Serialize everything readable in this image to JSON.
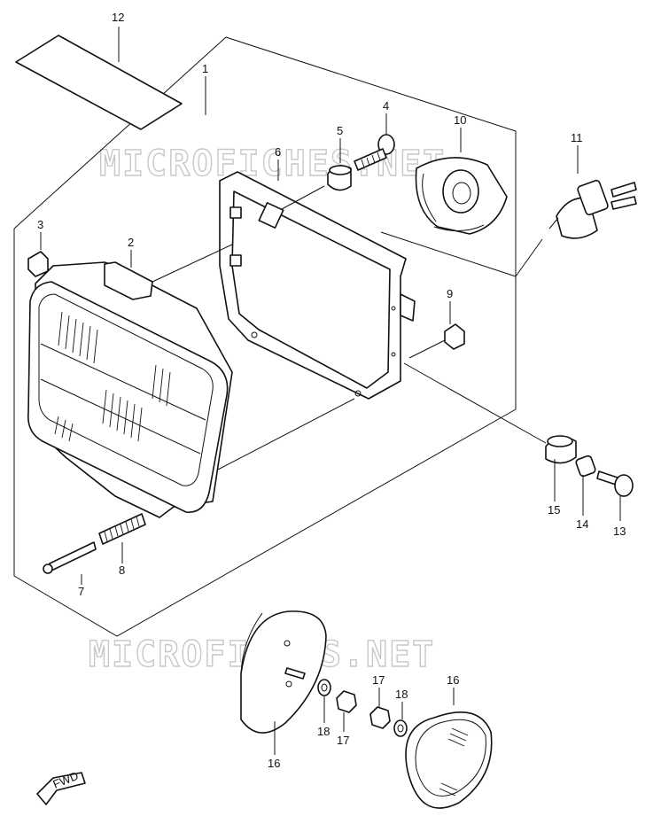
{
  "watermark": {
    "top": "MICROFICHES.NET",
    "bottom": "MICROFICHES.NET"
  },
  "callouts": {
    "c1": "1",
    "c2": "2",
    "c3": "3",
    "c4": "4",
    "c5": "5",
    "c6": "6",
    "c7": "7",
    "c8": "8",
    "c9": "9",
    "c10": "10",
    "c11": "11",
    "c12": "12",
    "c13": "13",
    "c14": "14",
    "c15": "15",
    "c16a": "16",
    "c16b": "16",
    "c17a": "17",
    "c17b": "17",
    "c18a": "18",
    "c18b": "18"
  },
  "fwd_label": "FWD"
}
